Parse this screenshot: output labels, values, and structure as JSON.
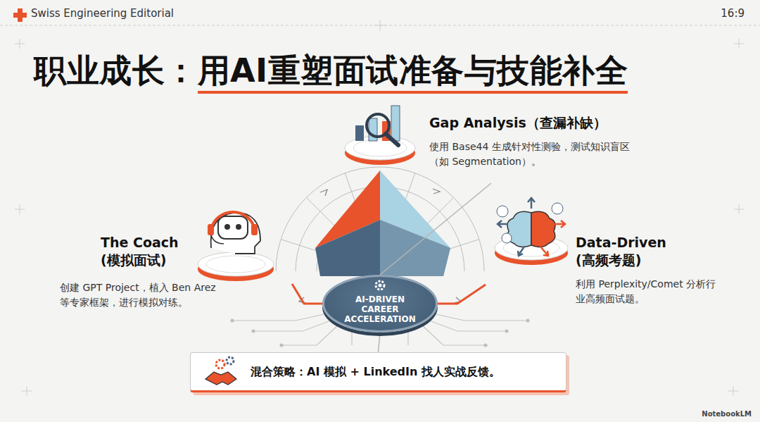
{
  "diagram": {
    "title": "职业成长：用AI重塑面试准备与技能补全",
    "nodes": [
      {
        "text": [
          "Gap Analysis（查漏补缺）",
          "使用 Base44 生成针对性测验，测试知识盲区（如 Segmentation）。"
        ]
      },
      {
        "text": [
          "The Coach (模拟面试)",
          "创建 GPT Project，植入 Ben Arez 等专家框架，进行模拟对练。"
        ]
      },
      {
        "text": [
          "Data-Driven (高频考题)",
          "利用 Perplexity/Comet 分析行业高频面试题。"
        ]
      },
      {
        "text": [
          "AI-DRIVEN CAREER ACCELERATION"
        ]
      },
      {
        "text": [
          "混合策略：AI 模拟 + LinkedIn 找人实战反馈。"
        ]
      }
    ],
    "edges": [
      {
        "from": 3,
        "to": 0,
        "arrow": "none"
      },
      {
        "from": 3,
        "to": 1,
        "arrow": "none"
      },
      {
        "from": 3,
        "to": 2,
        "arrow": "none"
      },
      {
        "from": 3,
        "to": 4,
        "arrow": "none"
      }
    ],
    "labels": [
      "Swiss Engineering Editorial",
      "16:9",
      "NotebookLM"
    ]
  }
}
